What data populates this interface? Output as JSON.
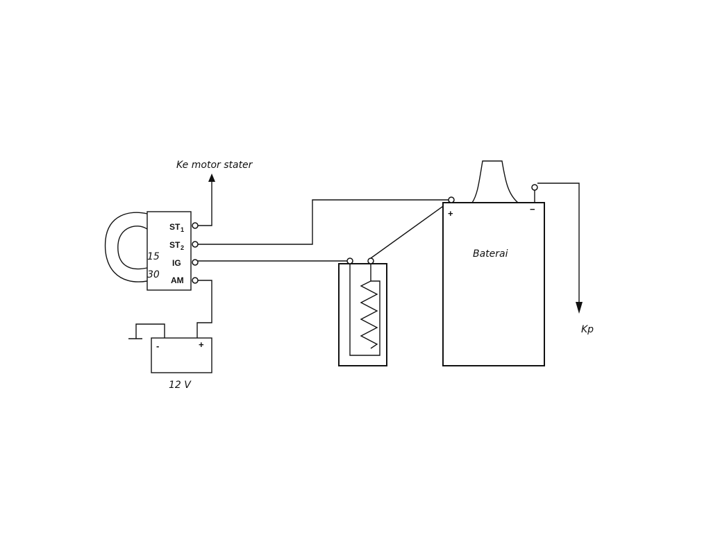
{
  "labels": {
    "starter_motor": "Ke motor stater",
    "st1": "ST",
    "st1_sub": "1",
    "st2": "ST",
    "st2_sub": "2",
    "ig": "IG",
    "am": "AM",
    "num_15": "15",
    "num_30": "30",
    "battery_small_minus": "-",
    "battery_small_plus": "+",
    "battery_small_voltage": "12 V",
    "battery_large_label": "Baterai",
    "battery_large_plus": "+",
    "battery_large_minus": "−",
    "ground_output": "Kp"
  },
  "components": [
    {
      "name": "ignition-key",
      "icon": "key-icon"
    },
    {
      "name": "ignition-switch",
      "terminals": [
        "ST1",
        "ST2",
        "IG",
        "AM"
      ]
    },
    {
      "name": "battery-12v"
    },
    {
      "name": "ignition-coil",
      "icon": "coil-icon"
    },
    {
      "name": "battery-main"
    }
  ]
}
